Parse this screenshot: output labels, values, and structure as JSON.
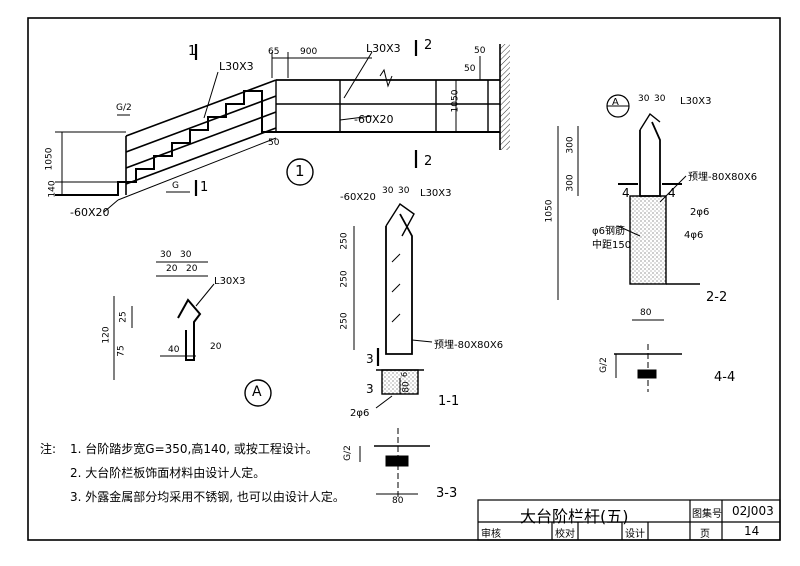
{
  "labels": {
    "l30x3": "L30X3",
    "flat": "-60X20",
    "embed": "预埋-80X80X6",
    "rebar2": "2φ6",
    "rebar4": "4φ6",
    "rebar_spacing_1": "φ6钢筋",
    "rebar_spacing_2": "中距150",
    "g": "G",
    "g2": "G/2"
  },
  "dimensions": {
    "d65": "65",
    "d900": "900",
    "d50": "50",
    "d1050": "1050",
    "d140": "140",
    "d30": "30",
    "d20": "20",
    "d250": "250",
    "d300": "300",
    "d80": "80",
    "d6": "6",
    "d120": "120",
    "d75": "75",
    "d25": "25",
    "d40": "40"
  },
  "section_marks": {
    "s1": "1",
    "s2": "2",
    "s3": "3",
    "s4": "4",
    "detail1": "1",
    "detailA": "A"
  },
  "view_names": {
    "v11": "1-1",
    "v22": "2-2",
    "v33": "3-3",
    "v44": "4-4"
  },
  "notes": {
    "heading": "注:",
    "items": [
      "1. 台阶踏步宽G=350,高140, 或按工程设计。",
      "2. 大台阶栏板饰面材料由设计人定。",
      "3. 外露金属部分均采用不锈钢, 也可以由设计人定。"
    ]
  },
  "title_block": {
    "title": "大台阶栏杆(五)",
    "atlas_label": "图集号",
    "atlas_no": "02J003",
    "review_label": "审核",
    "check_label": "校对",
    "design_label": "设计",
    "page_label": "页",
    "page_no": "14"
  },
  "colors": {
    "ink": "#000000",
    "paper": "#ffffff",
    "stipple": "#555555"
  }
}
